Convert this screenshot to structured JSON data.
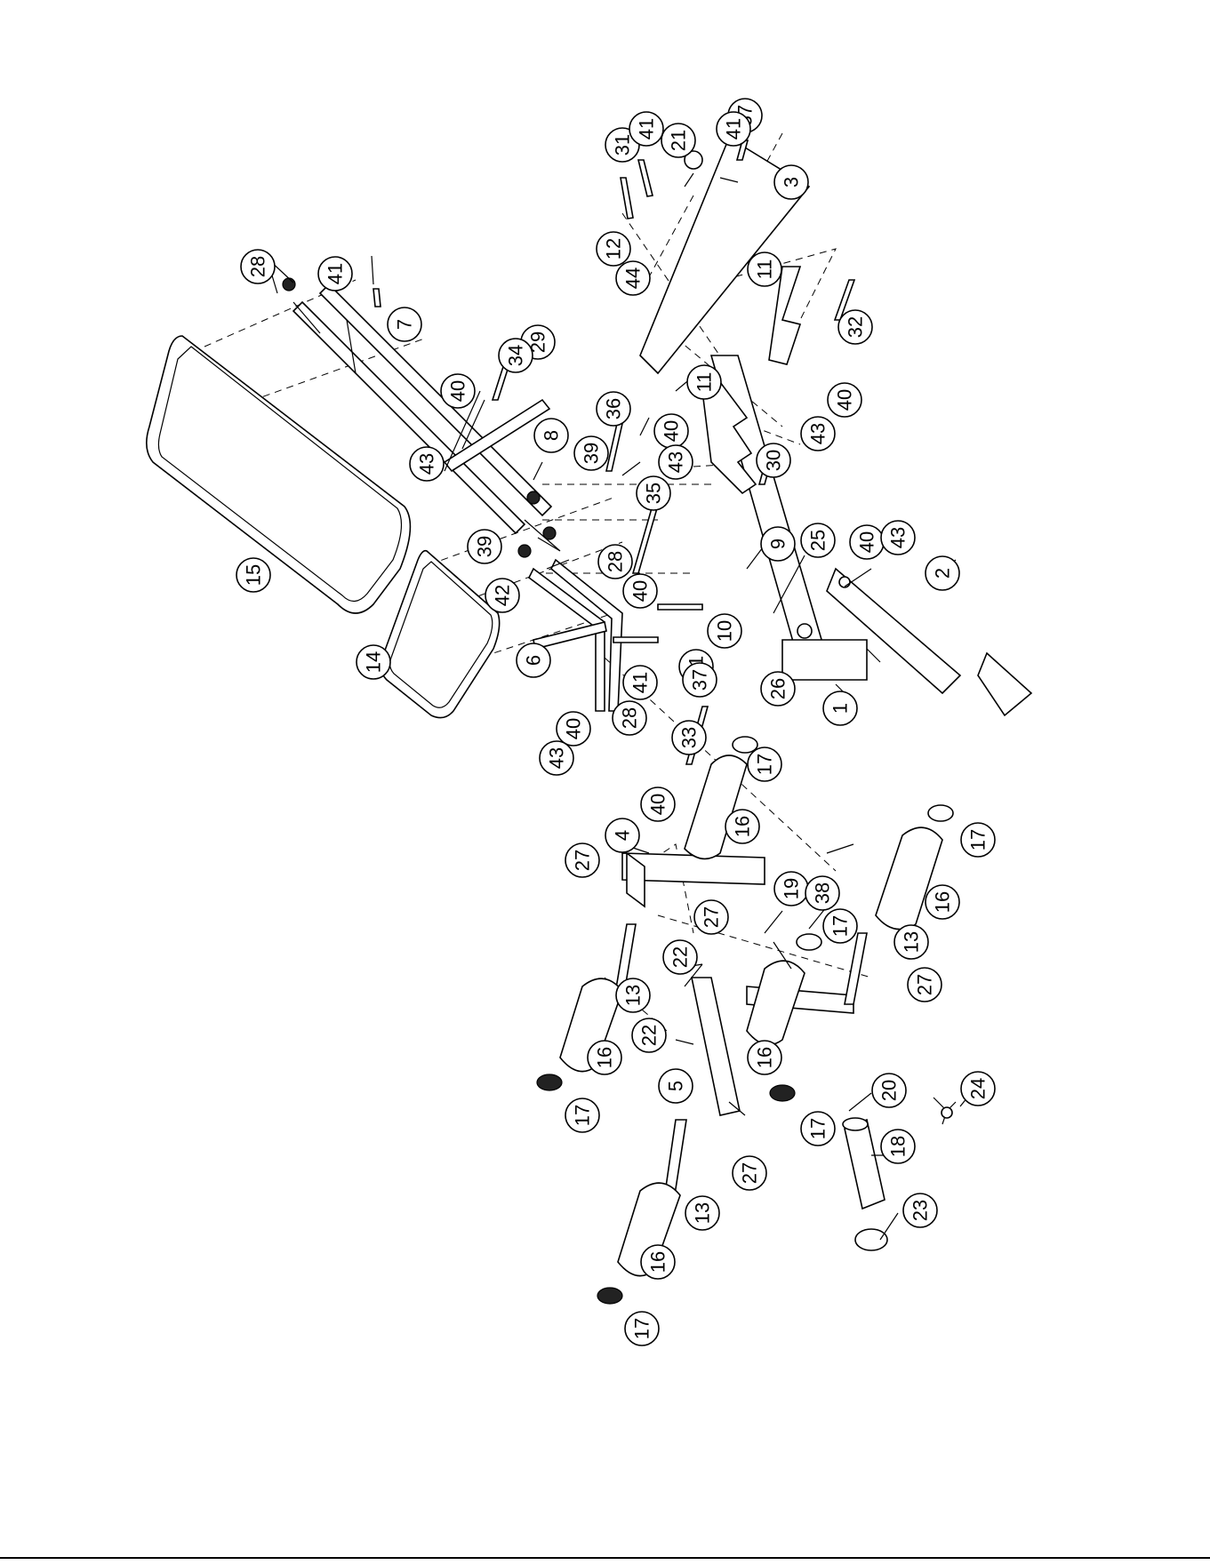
{
  "callouts": [
    {
      "label": "1"
    },
    {
      "label": "2"
    },
    {
      "label": "3"
    },
    {
      "label": "4"
    },
    {
      "label": "5"
    },
    {
      "label": "6"
    },
    {
      "label": "7"
    },
    {
      "label": "8"
    },
    {
      "label": "9"
    },
    {
      "label": "10"
    },
    {
      "label": "11"
    },
    {
      "label": "11"
    },
    {
      "label": "12"
    },
    {
      "label": "13"
    },
    {
      "label": "13"
    },
    {
      "label": "13"
    },
    {
      "label": "14"
    },
    {
      "label": "15"
    },
    {
      "label": "16"
    },
    {
      "label": "16"
    },
    {
      "label": "16"
    },
    {
      "label": "16"
    },
    {
      "label": "16"
    },
    {
      "label": "17"
    },
    {
      "label": "17"
    },
    {
      "label": "17"
    },
    {
      "label": "17"
    },
    {
      "label": "17"
    },
    {
      "label": "17"
    },
    {
      "label": "18"
    },
    {
      "label": "19"
    },
    {
      "label": "20"
    },
    {
      "label": "21"
    },
    {
      "label": "22"
    },
    {
      "label": "22"
    },
    {
      "label": "23"
    },
    {
      "label": "24"
    },
    {
      "label": "25"
    },
    {
      "label": "26"
    },
    {
      "label": "27"
    },
    {
      "label": "27"
    },
    {
      "label": "27"
    },
    {
      "label": "27"
    },
    {
      "label": "28"
    },
    {
      "label": "28"
    },
    {
      "label": "28"
    },
    {
      "label": "29"
    },
    {
      "label": "30"
    },
    {
      "label": "31"
    },
    {
      "label": "31"
    },
    {
      "label": "32"
    },
    {
      "label": "33"
    },
    {
      "label": "34"
    },
    {
      "label": "35"
    },
    {
      "label": "36"
    },
    {
      "label": "37"
    },
    {
      "label": "37"
    },
    {
      "label": "38"
    },
    {
      "label": "39"
    },
    {
      "label": "39"
    },
    {
      "label": "40"
    },
    {
      "label": "40"
    },
    {
      "label": "40"
    },
    {
      "label": "40"
    },
    {
      "label": "40"
    },
    {
      "label": "40"
    },
    {
      "label": "40"
    },
    {
      "label": "41"
    },
    {
      "label": "41"
    },
    {
      "label": "41"
    },
    {
      "label": "41"
    },
    {
      "label": "42"
    },
    {
      "label": "43"
    },
    {
      "label": "43"
    },
    {
      "label": "43"
    },
    {
      "label": "43"
    },
    {
      "label": "43"
    },
    {
      "label": "44"
    }
  ]
}
